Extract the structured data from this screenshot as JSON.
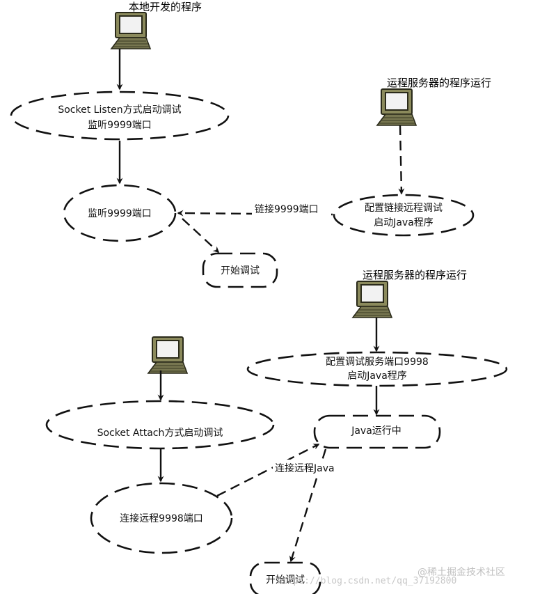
{
  "colors": {
    "stroke": "#111111",
    "background": "#ffffff",
    "laptop_frame": "#8b8a5c",
    "watermark": "#c0c0c0"
  },
  "icons": [
    "laptop-icon"
  ],
  "captions": {
    "local_program": "本地开发的程序",
    "remote_program_1": "运程服务器的程序运行",
    "remote_program_2": "运程服务器的程序运行"
  },
  "nodes": {
    "socket_listen": {
      "line1": "Socket Listen方式启动调试",
      "line2": "监听9999端口"
    },
    "listen_9999": "监听9999端口",
    "start_debug_1": "开始调试",
    "config_link_remote": {
      "line1": "配置链接远程调试",
      "line2": "启动Java程序"
    },
    "config_port_9998": {
      "line1": "配置调试服务端口9998",
      "line2": "启动Java程序"
    },
    "socket_attach": "Socket Attach方式启动调试",
    "java_running": "Java运行中",
    "connect_9998": "连接远程9998端口",
    "start_debug_2": "开始调试"
  },
  "edges": {
    "link_9999": "链接9999端口",
    "connect_remote_java": "连接远程Java"
  },
  "watermark": {
    "url": "https://blog.csdn.net/qq_37192800",
    "brand": "@稀土掘金技术社区"
  }
}
